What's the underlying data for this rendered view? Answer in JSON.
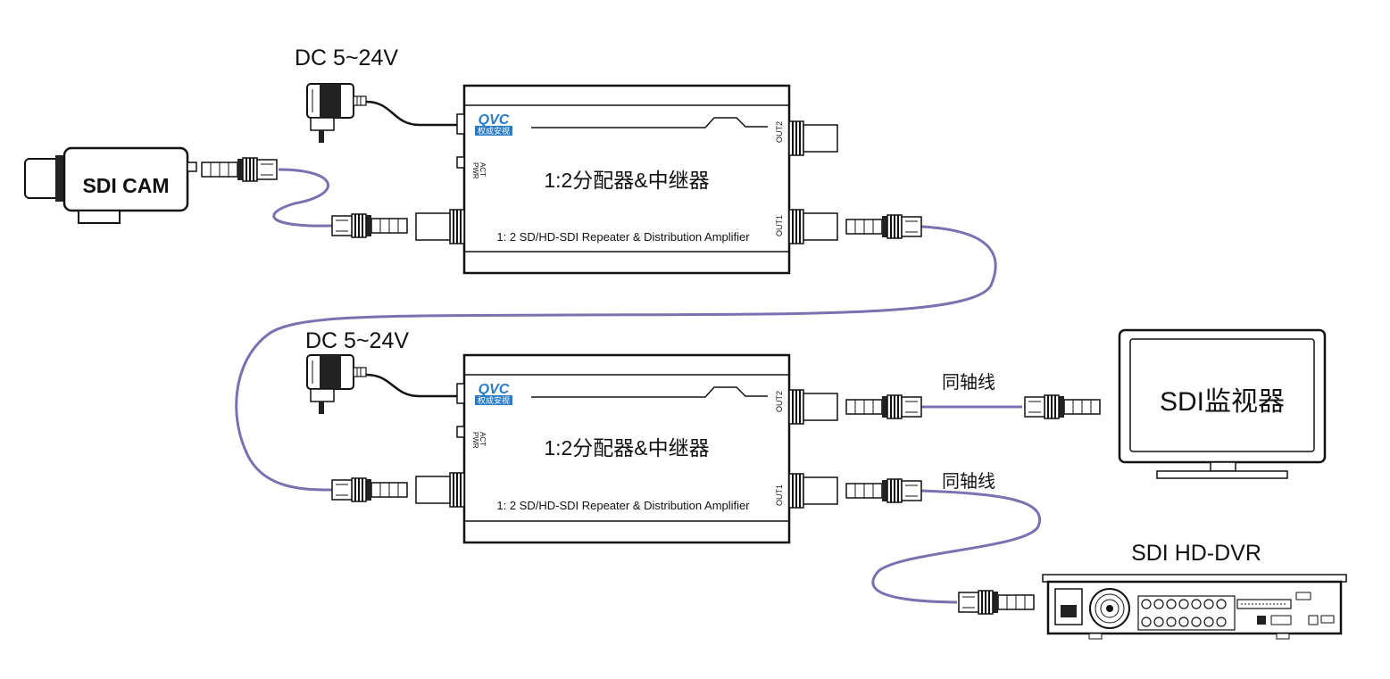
{
  "power_label": "DC 5~24V",
  "camera_label": "SDI CAM",
  "monitor_label": "SDI监视器",
  "dvr_label": "SDI HD-DVR",
  "coax_label": "同轴线",
  "device": {
    "brand": "QVC",
    "brand_sub": "权成安视",
    "title_cn": "1:2分配器&中继器",
    "title_en": "1: 2 SD/HD-SDI Repeater & Distribution Amplifier",
    "led_act": "ACT",
    "led_pwr": "PWR",
    "port_out1": "OUT1",
    "port_out2": "OUT2"
  },
  "colors": {
    "cable": "#7b70b0",
    "outline": "#111111",
    "brand": "#2a7cc7"
  }
}
